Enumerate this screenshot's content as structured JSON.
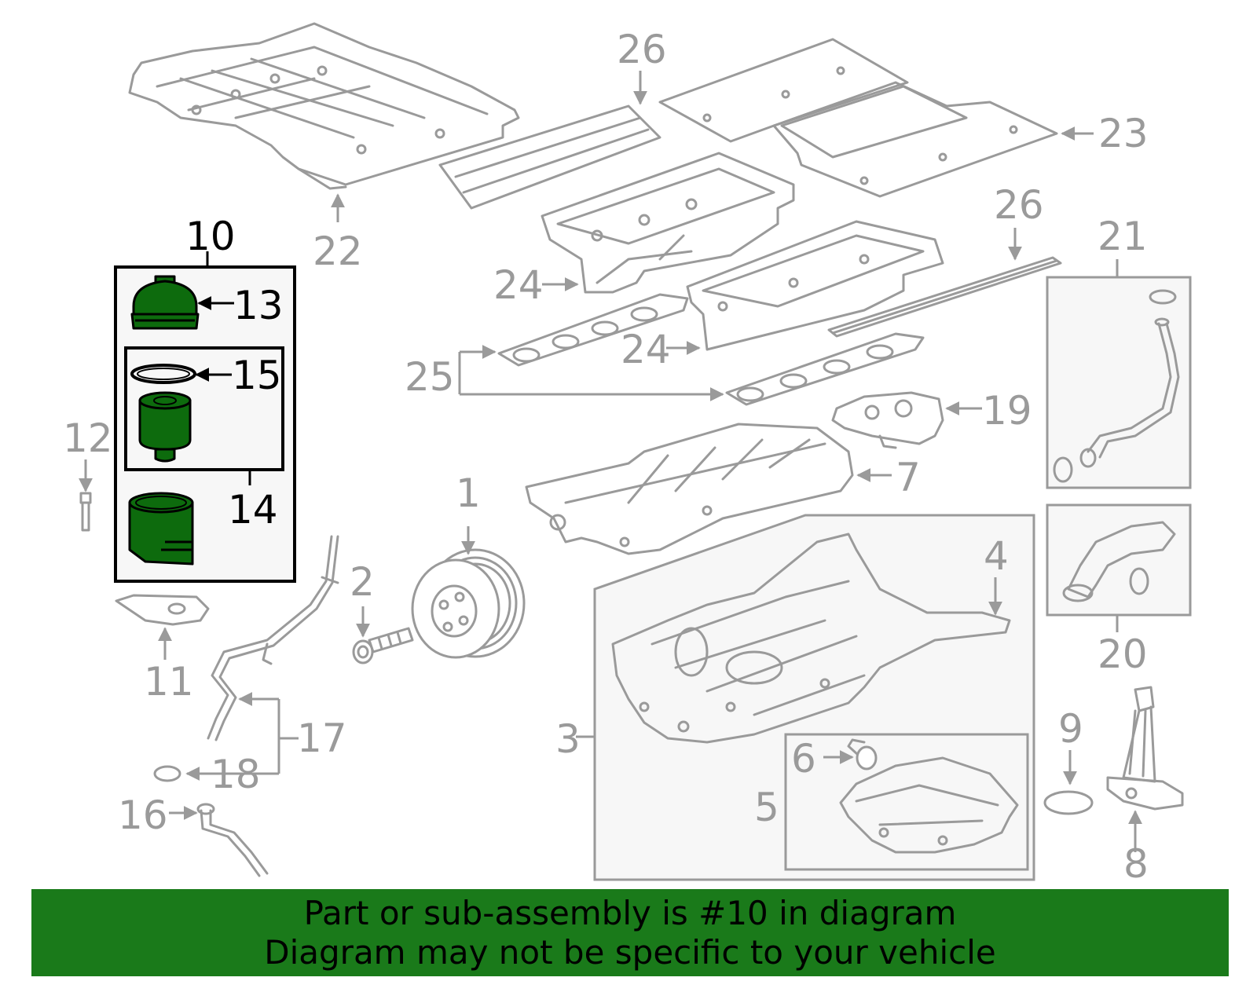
{
  "colors": {
    "part_gray": "#9a9a9a",
    "highlight_green": "#0d6b0d",
    "banner_green": "#1a7a1a",
    "box_fill": "#f7f7f7"
  },
  "callouts": {
    "n1": "1",
    "n2": "2",
    "n3": "3",
    "n4": "4",
    "n5": "5",
    "n6": "6",
    "n7": "7",
    "n8": "8",
    "n9": "9",
    "n10": "10",
    "n11": "11",
    "n12": "12",
    "n13": "13",
    "n14": "14",
    "n15": "15",
    "n16": "16",
    "n17": "17",
    "n18": "18",
    "n19": "19",
    "n20": "20",
    "n21": "21",
    "n22": "22",
    "n23": "23",
    "n24a": "24",
    "n24b": "24",
    "n25": "25",
    "n26a": "26",
    "n26b": "26"
  },
  "banner": {
    "line1": "Part or sub-assembly is #10 in diagram",
    "line2": "Diagram may not be specific to your vehicle"
  }
}
